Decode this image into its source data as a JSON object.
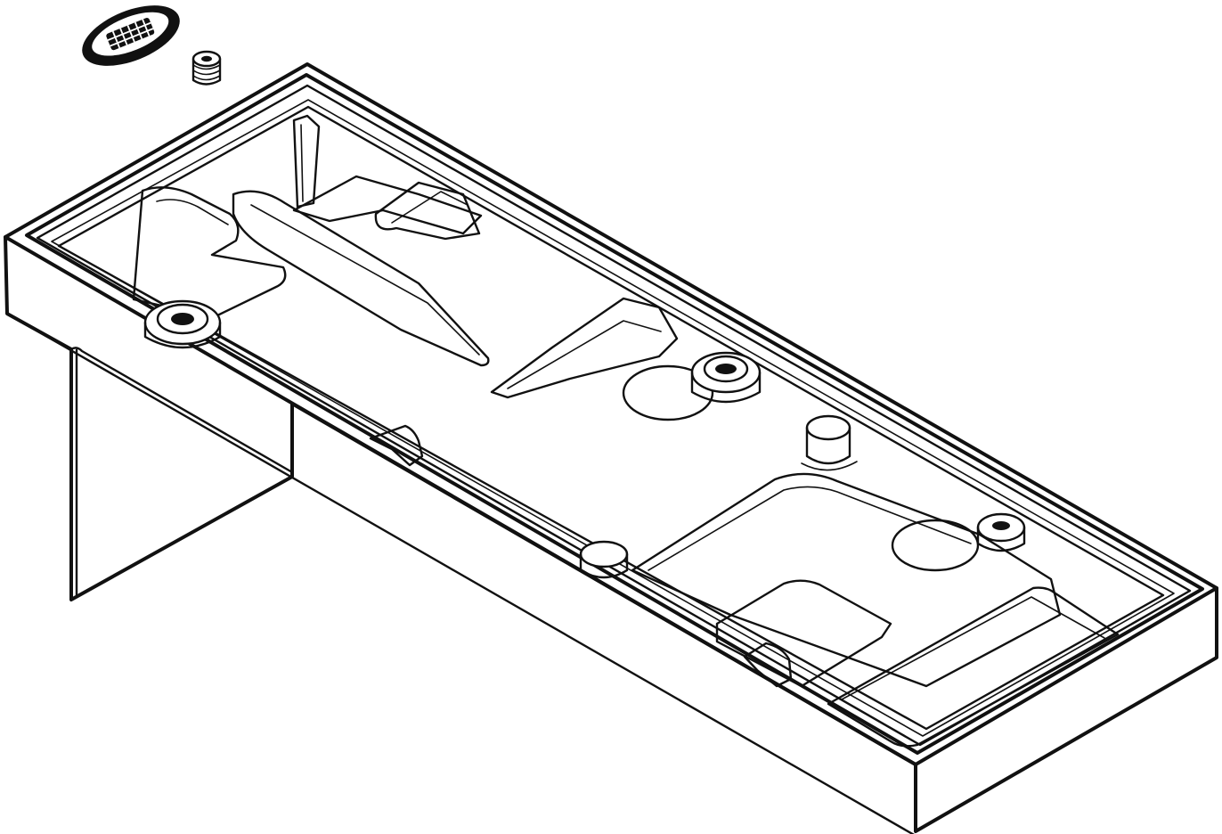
{
  "drawing": {
    "subject": "",
    "line_color": "#111111",
    "background_color": "#ffffff",
    "parts": [
      {
        "name": "cover-cap-with-grille"
      },
      {
        "name": "set-screw"
      },
      {
        "name": "bracket-housing"
      }
    ]
  }
}
